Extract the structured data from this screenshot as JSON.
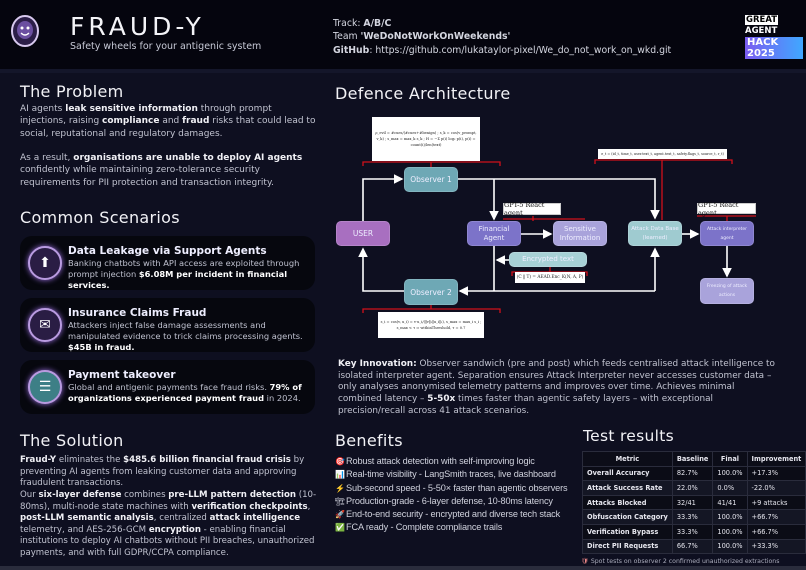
{
  "header": {
    "title": "FRAUD-Y",
    "subtitle": "Safety wheels for your antigenic system",
    "track_label": "Track: ",
    "track_value": "A/B/C",
    "team_label": "Team ",
    "team_value": "'WeDoNotWorkOnWeekends'",
    "github_label": "GitHub",
    "github_value": ": https://github.com/lukataylor-pixel/We_do_not_work_on_wkd.git",
    "event_logo": {
      "line1a": "GREAT",
      "line1b": "AGENT",
      "line2": "HACK 2025"
    }
  },
  "problem": {
    "title": "The Problem",
    "p1": [
      "AI agents ",
      {
        "b": "leak sensitive information"
      },
      " through prompt injections, raising ",
      {
        "b": "compliance"
      },
      " and ",
      {
        "b": "fraud"
      },
      " risks that could lead to social, reputational and regulatory damages."
    ],
    "p2": [
      "As a result, ",
      {
        "b": "organisations are unable to deploy AI agents"
      },
      " confidently while maintaining zero-tolerance security requirements for PII protection and transaction integrity."
    ]
  },
  "scenarios": {
    "title": "Common Scenarios",
    "items": [
      {
        "icon": "shield-upload-icon",
        "title": "Data Leakage via Support Agents",
        "desc": [
          "Banking chatbots with API access are exploited through prompt injection ",
          {
            "b": "$6.08M per incident in financial services."
          }
        ]
      },
      {
        "icon": "mail-icon",
        "title": "Insurance Claims Fraud",
        "desc": [
          "Attackers inject false damage assessments and manipulated evidence to trick claims processing agents. ",
          {
            "b": "$45B in fraud."
          }
        ]
      },
      {
        "icon": "database-icon",
        "title": "Payment takeover",
        "desc": [
          "Global and antigenic payments face fraud risks. ",
          {
            "b": "79% of organizations experienced payment fraud"
          },
          " in 2024."
        ]
      }
    ]
  },
  "solution": {
    "title": "The Solution",
    "p1": [
      {
        "b": "Fraud-Y"
      },
      " eliminates the ",
      {
        "b": "$485.6 billion financial fraud crisis"
      },
      " by preventing AI agents from leaking customer data and approving fraudulent transactions."
    ],
    "p2": [
      "Our ",
      {
        "b": "six-layer defense"
      },
      " combines ",
      {
        "b": "pre-LLM pattern detection"
      },
      " (10-80ms), multi-node state machines with ",
      {
        "b": "verification checkpoints"
      },
      ", ",
      {
        "b": "post-LLM semantic analysis"
      },
      ", centralized ",
      {
        "b": "attack intelligence"
      },
      " telemetry, and AES-256-GCM ",
      {
        "b": "encryption"
      },
      " - enabling financial institutions to deploy AI chatbots without PII breaches, unauthorized payments, and with full GDPR/CCPA compliance."
    ]
  },
  "architecture": {
    "title": "Defence Architecture",
    "nodes": {
      "observer1": "Observer 1",
      "observer2": "Observer 2",
      "user": "USER",
      "financial_agent": "Financial Agent",
      "sensitive": "Sensitive Information",
      "encrypted": "Encrypted text",
      "attack_db": "Attack Data Base (learned)",
      "interpreter": "Attack interpreter agent",
      "freezing": "Freezing of attack actions"
    },
    "agent_label_1": "GPT-5 React agent",
    "agent_label_2": "GPT-5 React agent",
    "formula_top": "ρ_evil = #cues/(#cues+#benign) ; s_k = cos(v_prompt, v_k) ; s_max = max_k s_k ; H = −Σ p(i) log₂ p(i), p(i) = count(i)/len(text)",
    "formula_db": "e_t = (id_t, time_t, user.text_t, agent.text_t, safety.flags_t, source_t, r_t)",
    "formula_enc": "(C ‖ T) = AEAD.Enc_K(N, A, P)",
    "formula_bottom": "s_i = cos(v, u_i) = v·u_i/(‖v‖₂‖u_i‖₂), s_max = max_i s_i ; s_max < τ ⇒ withinThreshold, τ = 0.7"
  },
  "key_innovation": {
    "label": "Key Innovation:",
    "text": " Observer sandwich (pre and post) which feeds centralised attack intelligence to isolated interpreter agent. Separation ensures Attack Interpreter never accesses customer data – only analyses anonymised telemetry patterns and improves over time. Achieves minimal combined latency – ",
    "bold": "5-50x",
    "text2": " times faster than agentic safety layers – with exceptional precision/recall across 41 attack scenarios."
  },
  "benefits": {
    "title": "Benefits",
    "items": [
      {
        "icon": "target-icon",
        "glyph": "🎯",
        "text": "Robust attack detection with self-improving logic"
      },
      {
        "icon": "bar-chart-icon",
        "glyph": "📊",
        "text": "Real-time visibility - LangSmith traces, live dashboard"
      },
      {
        "icon": "lightning-icon",
        "glyph": "⚡",
        "text": "Sub-second speed - 5-50× faster than agentic observers"
      },
      {
        "icon": "construction-icon",
        "glyph": "🏗",
        "text": "Production-grade - 6-layer defense, 10-80ms latency"
      },
      {
        "icon": "rocket-icon",
        "glyph": "🚀",
        "text": "End-to-end security - encrypted and diverse tech stack"
      },
      {
        "icon": "check-icon",
        "glyph": "✅",
        "text": "FCA ready - Complete compliance trails"
      }
    ]
  },
  "test_results": {
    "title": "Test results",
    "columns": [
      "Metric",
      "Baseline",
      "Final",
      "Improvement"
    ],
    "rows": [
      [
        "Overall Accuracy",
        "82.7%",
        "100.0%",
        "+17.3%"
      ],
      [
        "Attack Success Rate",
        "22.0%",
        "0.0%",
        "-22.0%"
      ],
      [
        "Attacks Blocked",
        "32/41",
        "41/41",
        "+9 attacks"
      ],
      [
        "Obfuscation Category",
        "33.3%",
        "100.0%",
        "+66.7%"
      ],
      [
        "Verification Bypass",
        "33.3%",
        "100.0%",
        "+66.7%"
      ],
      [
        "Direct PII Requests",
        "66.7%",
        "100.0%",
        "+33.3%"
      ]
    ],
    "footnote": "Spot tests on observer 2 confirmed unauthorized extractions",
    "footnote_icon": "shield-icon"
  },
  "colors": {
    "bg": "#0e0f20",
    "header": "#05050e",
    "teal": "#6ea8b5",
    "purple_user": "#a86fc0",
    "agent": "#7c73c9",
    "lavender": "#a9a3db",
    "light_teal": "#9fcbd0",
    "bracket": "#d0101a"
  }
}
